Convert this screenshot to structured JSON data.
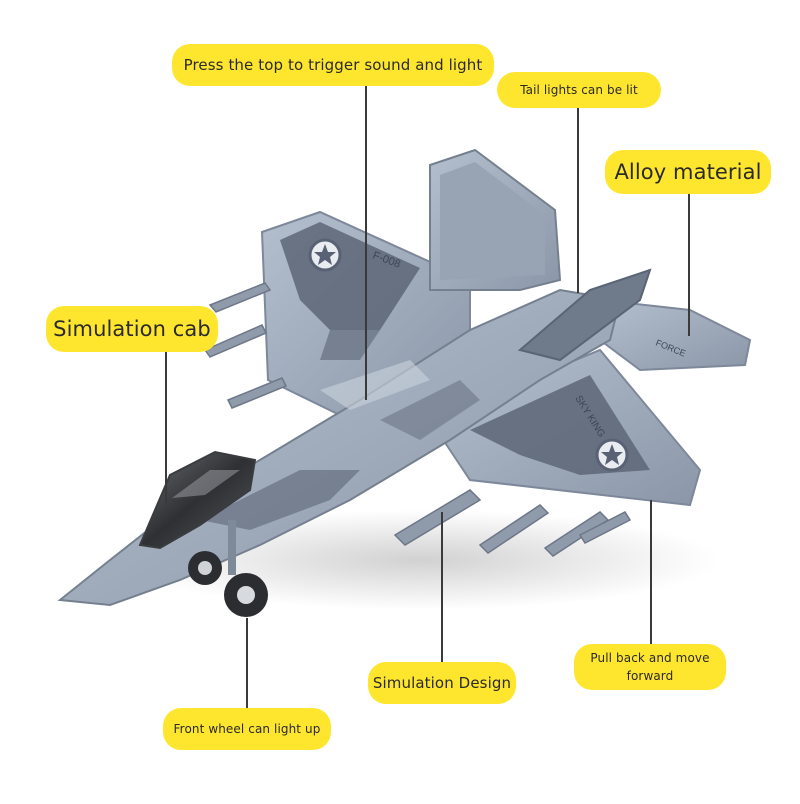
{
  "callouts": {
    "trigger": "Press the top to trigger sound and light",
    "tail_lights": "Tail lights can be lit",
    "alloy": "Alloy material",
    "cab": "Simulation cab",
    "design": "Simulation Design",
    "pull_back": "Pull back and move forward",
    "front_wheel": "Front wheel can light up"
  },
  "plane_markings": {
    "tail_code": "F-008",
    "wing_text": "SKY KING",
    "stabilizer_text": "FORCE"
  },
  "colors": {
    "label_bg": "#ffe62e",
    "airframe": "#9aa6b7",
    "camo_dark": "#5b6475",
    "camo_light": "#b7c1cf"
  }
}
